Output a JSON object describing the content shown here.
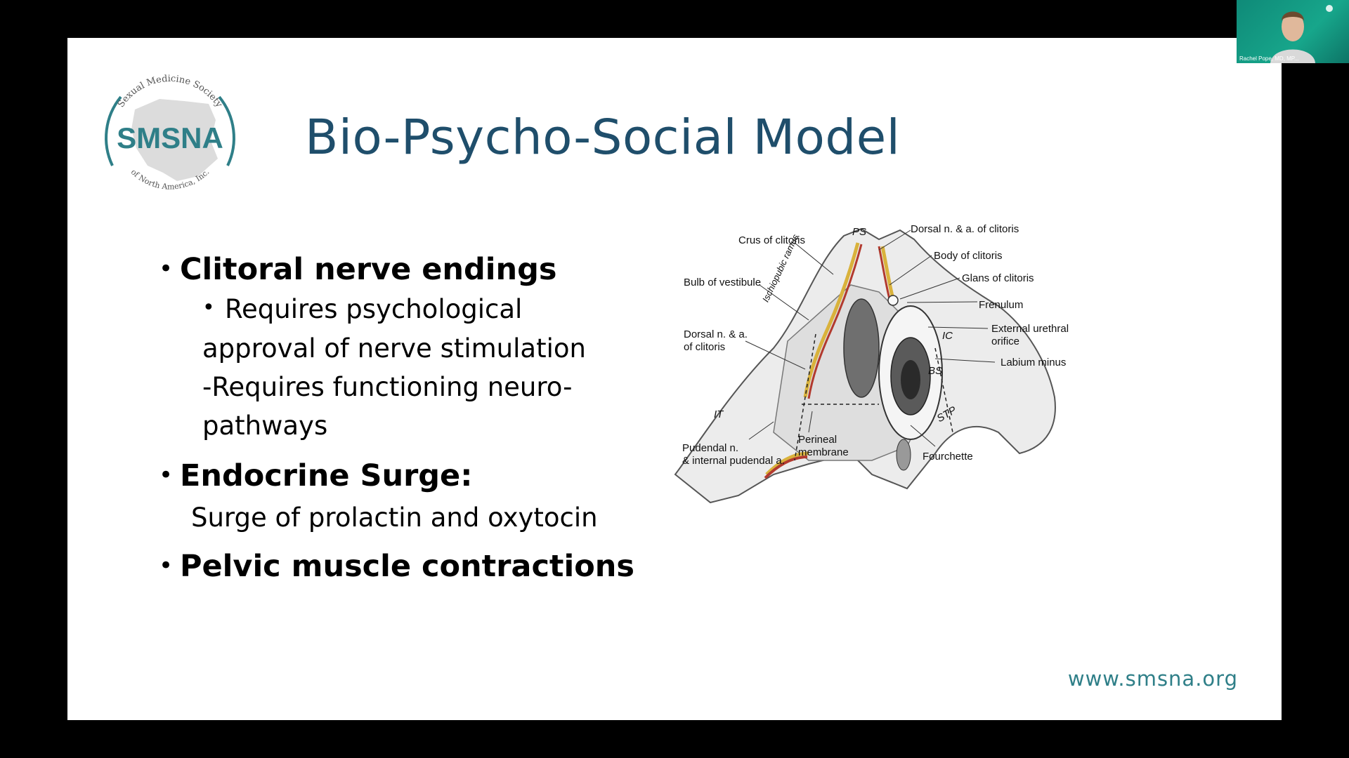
{
  "slide": {
    "title": "Bio-Psycho-Social Model",
    "logo": {
      "acronym": "SMSNA",
      "arc_top": "Sexual Medicine Society",
      "arc_bottom": "of North America, Inc."
    },
    "bullets": [
      {
        "heading": "Clitoral nerve endings",
        "sub_bullet": "Requires psychological",
        "sub_lines": [
          "approval of nerve stimulation",
          "-Requires functioning neuro-",
          "pathways"
        ]
      },
      {
        "heading": "Endocrine Surge:",
        "sub_lines": [
          "Surge of prolactin and oxytocin"
        ]
      },
      {
        "heading": "Pelvic muscle contractions"
      }
    ],
    "figure_labels": {
      "crus": "Crus of clitoris",
      "dorsal_top": "Dorsal n. & a. of clitoris",
      "body": "Body of clitoris",
      "glans": "Glans of clitoris",
      "bulb": "Bulb of vestibule",
      "frenulum": "Frenulum",
      "dorsal_left_1": "Dorsal n. & a.",
      "dorsal_left_2": "of clitoris",
      "urethral_1": "External urethral",
      "urethral_2": "orifice",
      "labium": "Labium minus",
      "pudendal_1": "Pudendal n.",
      "pudendal_2": "& internal pudendal a.",
      "perineal_1": "Perineal",
      "perineal_2": "membrane",
      "fourchette": "Fourchette",
      "ps": "PS",
      "ic": "IC",
      "bs": "BS",
      "it": "IT",
      "stp": "STP",
      "ramus": "Ischiopubic ramus"
    },
    "url": "www.smsna.org"
  },
  "video": {
    "participant_name": "Rachel Pope, MD, MP..."
  },
  "colors": {
    "title": "#1f4e6b",
    "logo": "#2f7f88",
    "url": "#2f7f88",
    "video_bg": "#17a68b"
  }
}
